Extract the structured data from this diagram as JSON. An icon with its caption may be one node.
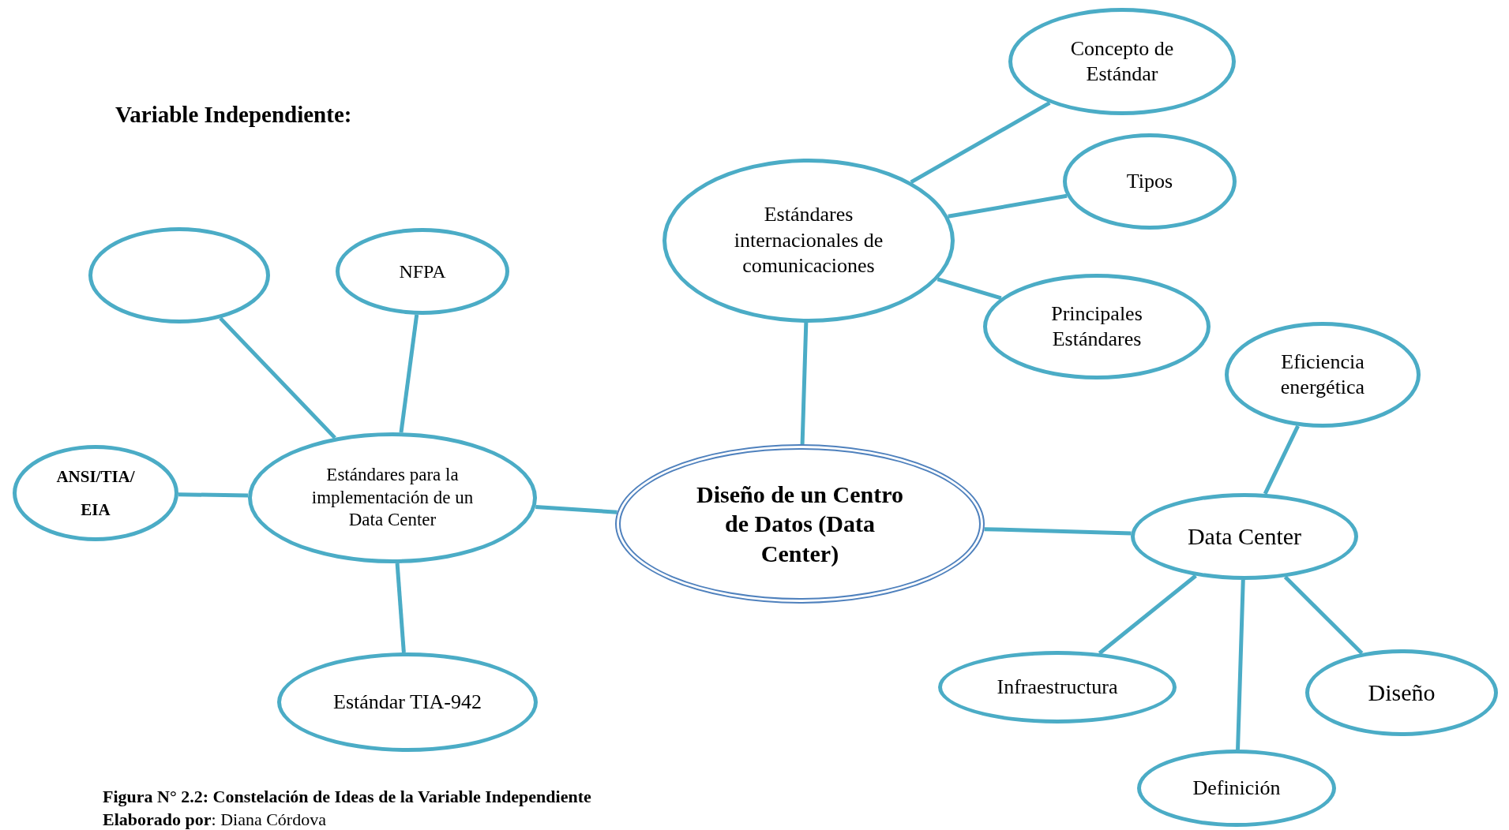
{
  "diagram": {
    "title": "Variable Independiente:",
    "caption": "Figura N° 2.2: Constelación de Ideas de la Variable Independiente",
    "nodes": [
      {
        "text": [
          "Diseño de un Centro de Datos (Data Center)"
        ]
      },
      {
        "text": [
          "Estándares internacionales de comunicaciones"
        ]
      },
      {
        "text": [
          "Concepto de Estándar"
        ]
      },
      {
        "text": [
          "Tipos"
        ]
      },
      {
        "text": [
          "Principales Estándares"
        ]
      },
      {
        "text": [
          "Data Center"
        ]
      },
      {
        "text": [
          "Eficiencia energética"
        ]
      },
      {
        "text": [
          "Infraestructura"
        ]
      },
      {
        "text": [
          "Definición"
        ]
      },
      {
        "text": [
          "Diseño"
        ]
      },
      {
        "text": [
          "Estándares para la implementación de un Data Center"
        ]
      },
      {
        "text": [],
        "shape": "circle"
      },
      {
        "text": [
          "NFPA"
        ]
      },
      {
        "text": [
          "ANSI/TIA/ EIA"
        ]
      },
      {
        "text": [
          "Estándar TIA-942"
        ]
      }
    ],
    "edges": [
      {
        "from": 0,
        "to": 1,
        "arrow": "none"
      },
      {
        "from": 1,
        "to": 2,
        "arrow": "none"
      },
      {
        "from": 1,
        "to": 3,
        "arrow": "none"
      },
      {
        "from": 1,
        "to": 4,
        "arrow": "none"
      },
      {
        "from": 0,
        "to": 5,
        "arrow": "none"
      },
      {
        "from": 5,
        "to": 6,
        "arrow": "none"
      },
      {
        "from": 5,
        "to": 7,
        "arrow": "none"
      },
      {
        "from": 5,
        "to": 8,
        "arrow": "none"
      },
      {
        "from": 5,
        "to": 9,
        "arrow": "none"
      },
      {
        "from": 0,
        "to": 10,
        "arrow": "none"
      },
      {
        "from": 10,
        "to": 11,
        "arrow": "none"
      },
      {
        "from": 10,
        "to": 12,
        "arrow": "none"
      },
      {
        "from": 10,
        "to": 13,
        "arrow": "none"
      },
      {
        "from": 10,
        "to": 14,
        "arrow": "none"
      }
    ],
    "labels": [
      "**Elaborado por**: Diana Córdova"
    ]
  }
}
